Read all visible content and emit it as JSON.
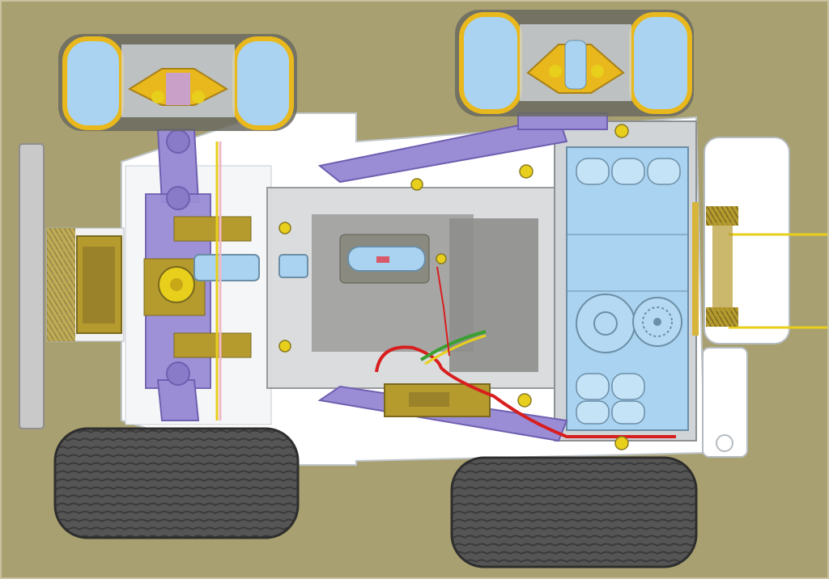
{
  "diagram": {
    "kind": "rc-car-chassis-cutaway",
    "colors": {
      "background": "#a8a070",
      "frame": "#ffffff",
      "frame_shadow": "#cfd4d8",
      "suspension": "#9b8cd6",
      "suspension_dark": "#6f5fb0",
      "hub": "#e8b81c",
      "wheel_glass": "#a9d3f0",
      "battery": "#a9d3f0",
      "tire": "#5a5a5a",
      "tire_dark": "#3a3a3a",
      "motor": "#7a7a6a",
      "gear": "#b59a2e",
      "bolt": "#e8cf1c",
      "wire_red": "#d81e1e",
      "wire_green": "#3aa030",
      "bumper": "#c9c9c9"
    },
    "parts": [
      {
        "id": "front-wheel-top",
        "icon": "wheel-glass-icon"
      },
      {
        "id": "front-wheel-bottom",
        "icon": "tire-icon"
      },
      {
        "id": "rear-wheel-top",
        "icon": "wheel-glass-icon"
      },
      {
        "id": "rear-wheel-bottom",
        "icon": "tire-icon"
      },
      {
        "id": "front-bumper",
        "icon": "bumper-icon"
      },
      {
        "id": "front-suspension",
        "icon": "suspension-arm-icon"
      },
      {
        "id": "steering-servo",
        "icon": "servo-icon"
      },
      {
        "id": "motor",
        "icon": "motor-icon"
      },
      {
        "id": "speed-controller",
        "icon": "esc-icon"
      },
      {
        "id": "battery-pack",
        "icon": "battery-icon"
      },
      {
        "id": "gearbox",
        "icon": "gear-icon"
      },
      {
        "id": "rear-bumper",
        "icon": "bumper-icon"
      },
      {
        "id": "wiring",
        "icon": "wire-icon"
      }
    ]
  }
}
